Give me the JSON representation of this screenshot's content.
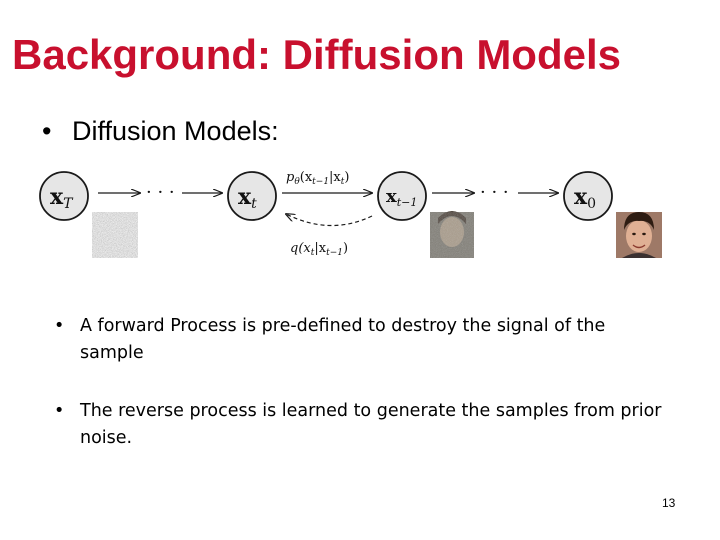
{
  "title": "Background: Diffusion Models",
  "main_bullet": {
    "symbol": "•",
    "text": "Diffusion Models:"
  },
  "diagram": {
    "nodes": {
      "xT": "x",
      "xT_sub": "T",
      "xt": "x",
      "xt_sub": "t",
      "xt1": "x",
      "xt1_sub": "t−1",
      "x0": "x",
      "x0_sub": "0"
    },
    "dots": "· · ·",
    "reverse_label": "p",
    "reverse_label_theta": "θ",
    "reverse_label_args": "(x",
    "reverse_label_args_sub": "t−1",
    "reverse_label_cond": "|x",
    "reverse_label_cond_sub": "t",
    "close_paren": ")",
    "forward_label": "q(x",
    "forward_label_sub": "t",
    "forward_label_cond": "|x",
    "forward_label_cond_sub": "t−1",
    "colors": {
      "node_fill": "#e6e6e6",
      "node_stroke": "#1a1a1a",
      "noise_gray": "#8a8a8a",
      "face_skin": "#d9a48a",
      "hair": "#3a2418"
    }
  },
  "bullets": [
    {
      "symbol": "•",
      "text": "A forward Process is pre-defined to destroy the signal of the sample"
    },
    {
      "symbol": "•",
      "text": "The reverse process is learned to generate the samples from prior noise."
    }
  ],
  "page_number": "13"
}
